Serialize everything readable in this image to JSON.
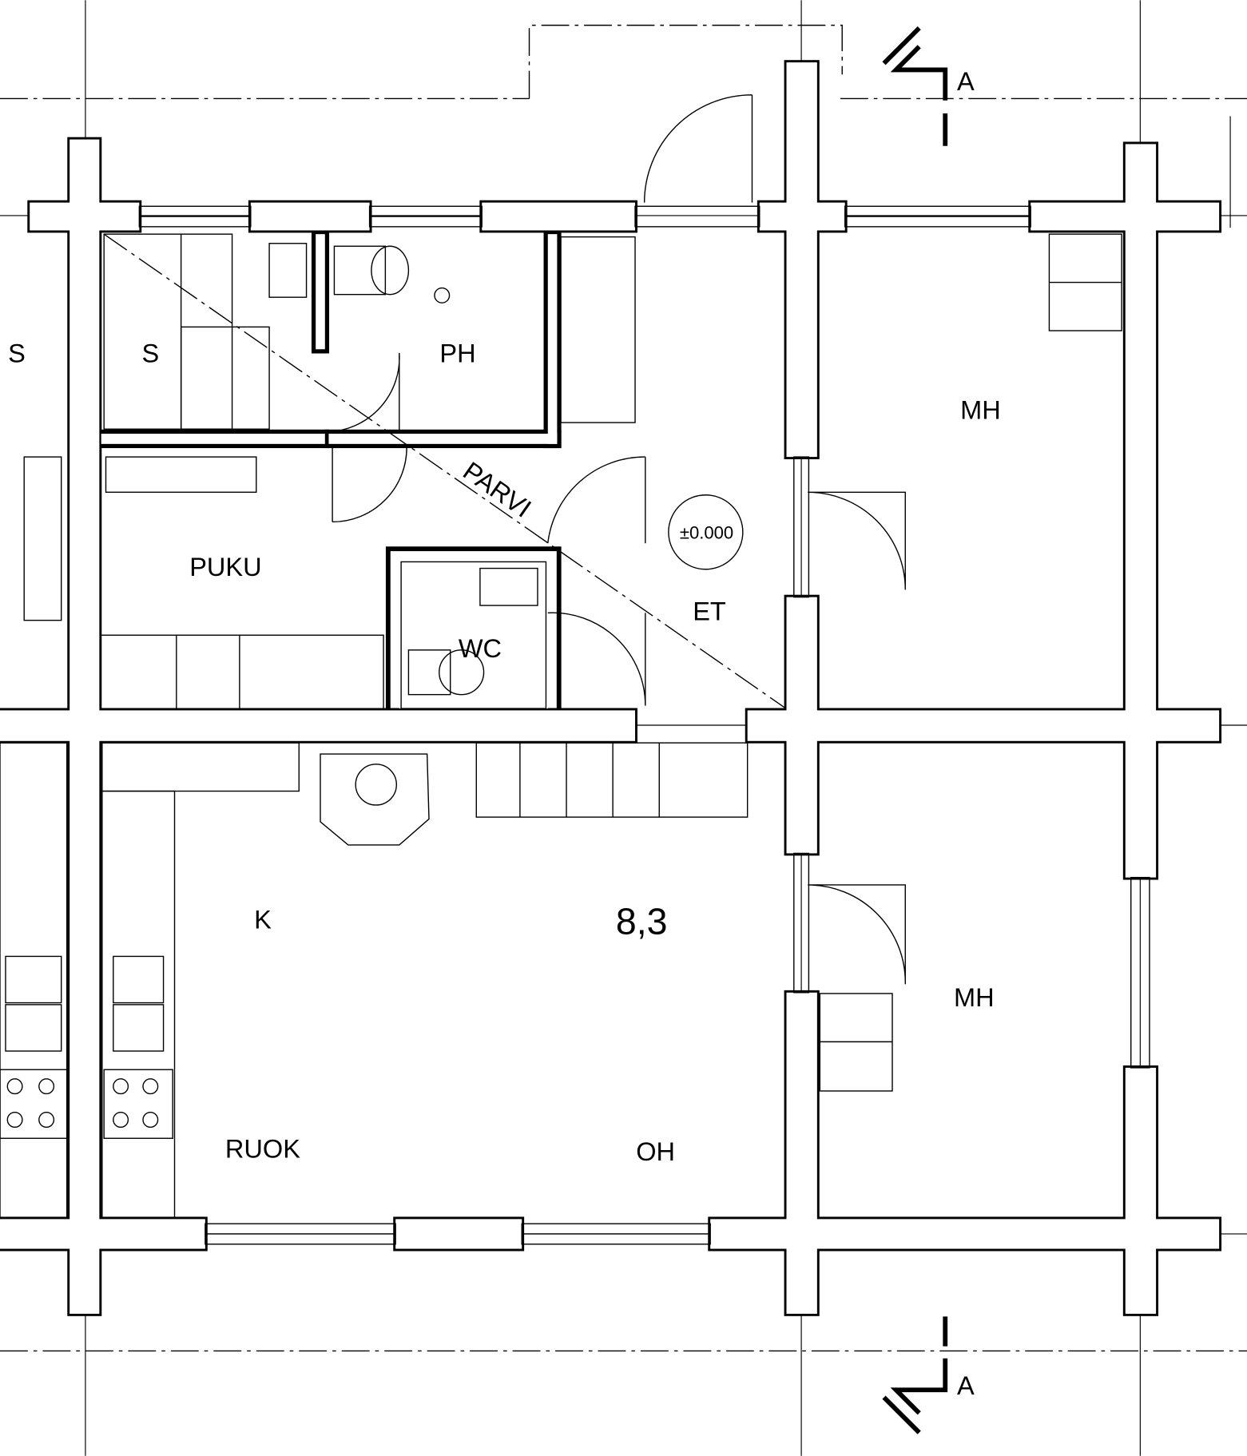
{
  "plan": {
    "rooms": {
      "s_left": "S",
      "s_sauna": "S",
      "ph": "PH",
      "parvi": "PARVI",
      "puku": "PUKU",
      "level": "±0.000",
      "et": "ET",
      "wc": "WC",
      "mh_upper": "MH",
      "k": "K",
      "area": "8,3",
      "mh_lower": "MH",
      "ruok": "RUOK",
      "oh": "OH"
    },
    "section_marks": {
      "top": "A",
      "bottom": "A"
    }
  }
}
